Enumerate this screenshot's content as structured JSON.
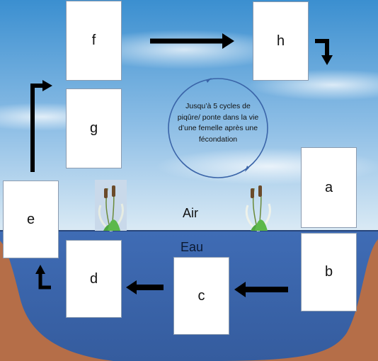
{
  "boxes": {
    "a": "a",
    "b": "b",
    "c": "c",
    "d": "d",
    "e": "e",
    "f": "f",
    "g": "g",
    "h": "h"
  },
  "zones": {
    "air": "Air",
    "eau": "Eau"
  },
  "cycle_note": "Jusqu’à 5 cycles de piqûre/ ponte dans la vie d’une femelle après une fécondation",
  "colors": {
    "sky_top": "#3b8fd0",
    "sky_bottom": "#dcebf5",
    "water": "#3f68b0",
    "earth": "#b56e48",
    "arrow": "#000000",
    "cycle_circle": "#3a64a8"
  }
}
